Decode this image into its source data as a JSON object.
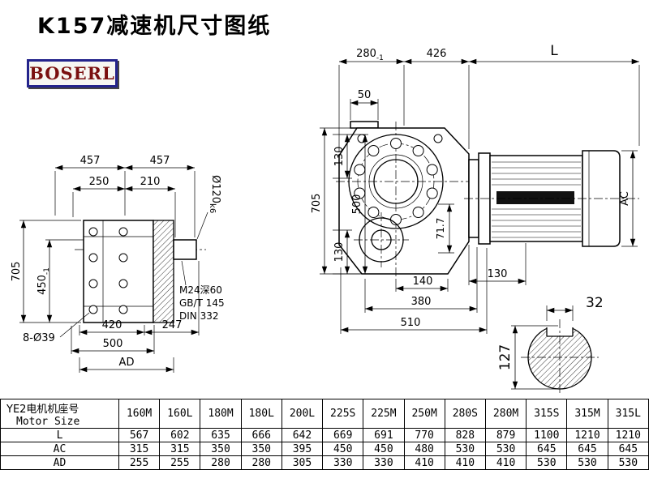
{
  "title": "K157减速机尺寸图纸",
  "logo_text": "BOSERL",
  "colors": {
    "logo_border": "#24248c",
    "logo_text": "#7a1010",
    "line_color": "#000000",
    "background": "#ffffff"
  },
  "side_view": {
    "d457a": "457",
    "d457b": "457",
    "d250": "250",
    "d210": "210",
    "d705": "705",
    "d450": "450",
    "d450_tol": "-1",
    "shaft_dia": "Ø120",
    "shaft_fit": "k6",
    "note_m24": "M24深60",
    "note_gbt": "GB/T 145",
    "note_din": "DIN 332",
    "holes": "8-Ø39",
    "d420": "420",
    "d247": "247",
    "d500": "500",
    "dAD": "AD"
  },
  "front_view": {
    "d280": "280",
    "d280_tol": "-1",
    "d426": "426",
    "dL": "L",
    "d50": "50",
    "d705": "705",
    "d130_top": "130",
    "d500": "500",
    "d130_bottom": "130",
    "d71_7": "71.7",
    "d130_right": "130",
    "d140": "140",
    "d380": "380",
    "d510": "510",
    "dAC": "AC"
  },
  "shaft_section": {
    "d32": "32",
    "d127": "127"
  },
  "table": {
    "corner_line1": "YE2电机机座号",
    "corner_line2": "Motor Size",
    "columns": [
      "160M",
      "160L",
      "180M",
      "180L",
      "200L",
      "225S",
      "225M",
      "250M",
      "280S",
      "280M",
      "315S",
      "315M",
      "315L"
    ],
    "rows": [
      {
        "label": "L",
        "values": [
          "567",
          "602",
          "635",
          "666",
          "642",
          "669",
          "691",
          "770",
          "828",
          "879",
          "1100",
          "1210",
          "1210"
        ]
      },
      {
        "label": "AC",
        "values": [
          "315",
          "315",
          "350",
          "350",
          "395",
          "450",
          "450",
          "480",
          "530",
          "530",
          "645",
          "645",
          "645"
        ]
      },
      {
        "label": "AD",
        "values": [
          "255",
          "255",
          "280",
          "280",
          "305",
          "330",
          "330",
          "410",
          "410",
          "410",
          "530",
          "530",
          "530"
        ]
      }
    ]
  }
}
